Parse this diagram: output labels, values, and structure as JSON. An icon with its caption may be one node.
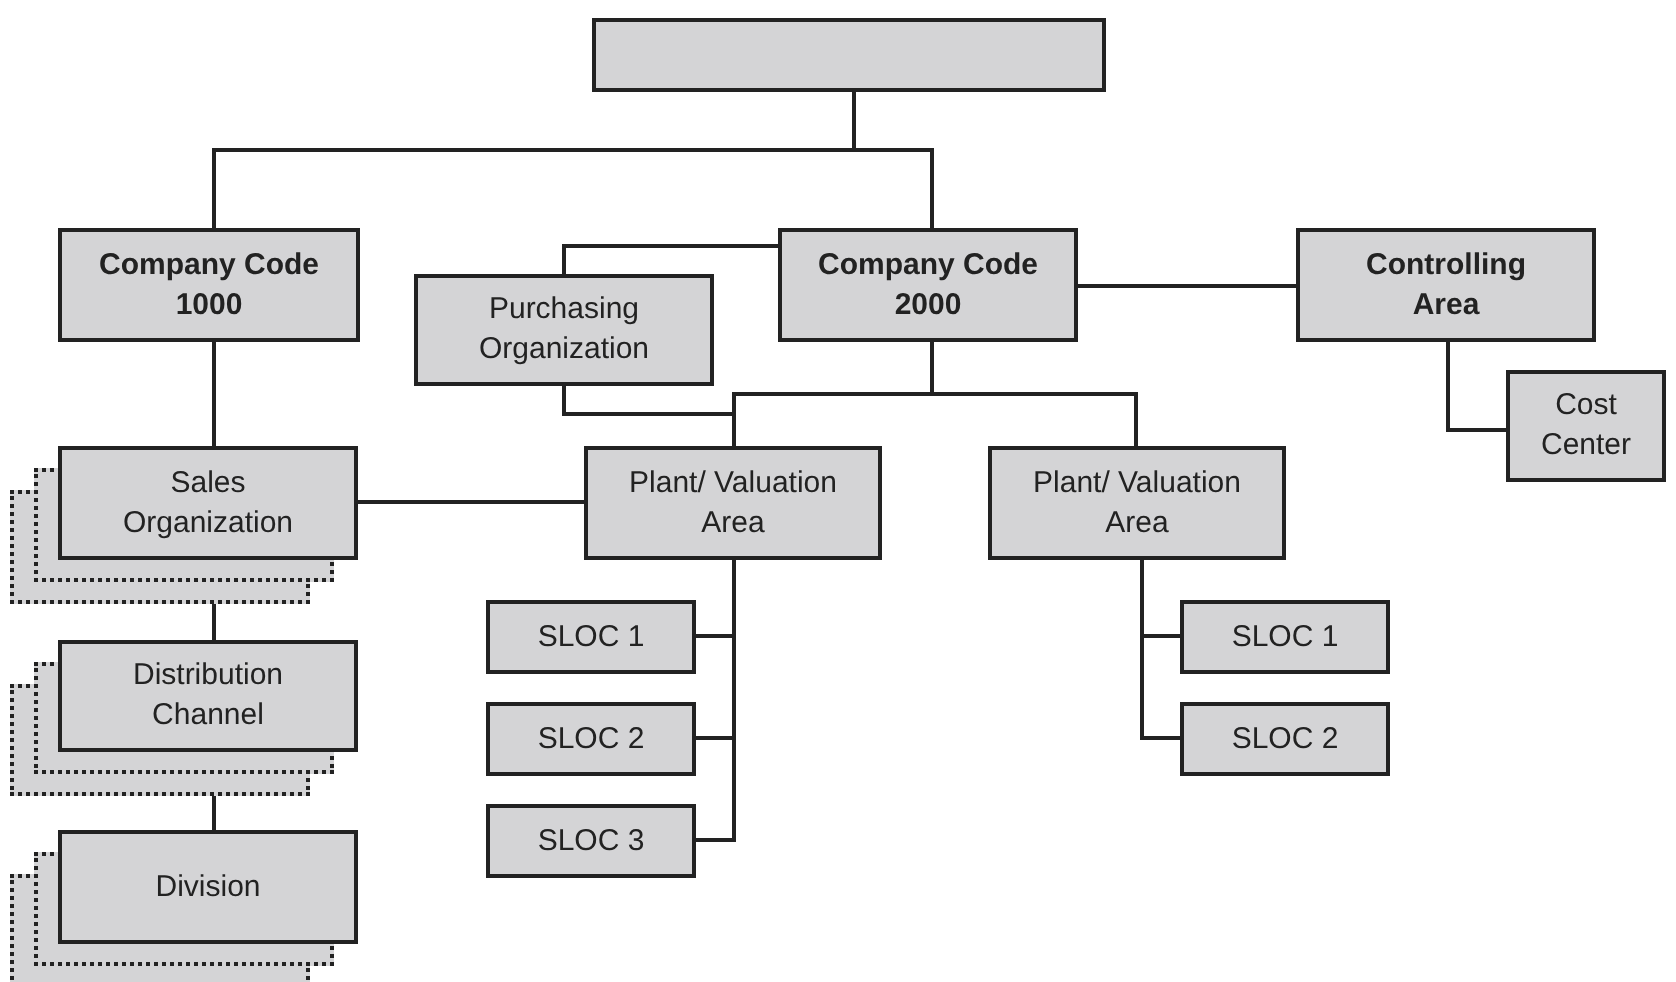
{
  "diagram": {
    "nodes": [
      {
        "text": [],
        "shape": "box"
      },
      {
        "text": [
          "Company Code 1000"
        ]
      },
      {
        "text": [
          "Purchasing Organization"
        ]
      },
      {
        "text": [
          "Company Code 2000"
        ]
      },
      {
        "text": [
          "Controlling Area"
        ]
      },
      {
        "text": [
          "Cost Center"
        ]
      },
      {
        "text": [
          "Sales Organization"
        ]
      },
      {
        "text": [
          "Plant/ Valuation Area"
        ]
      },
      {
        "text": [
          "Plant/ Valuation Area"
        ]
      },
      {
        "text": [
          "SLOC 1"
        ]
      },
      {
        "text": [
          "SLOC 2"
        ]
      },
      {
        "text": [
          "SLOC 3"
        ]
      },
      {
        "text": [
          "Distribution Channel"
        ]
      },
      {
        "text": [
          "Division"
        ]
      },
      {
        "text": [
          "SLOC 1"
        ]
      },
      {
        "text": [
          "SLOC 2"
        ]
      }
    ],
    "edges": [
      {
        "from": 0,
        "to": 1,
        "arrow": "none"
      },
      {
        "from": 0,
        "to": 3,
        "arrow": "none"
      },
      {
        "from": 3,
        "to": 2,
        "arrow": "none"
      },
      {
        "from": 3,
        "to": 4,
        "arrow": "none"
      },
      {
        "from": 4,
        "to": 5,
        "arrow": "none"
      },
      {
        "from": 1,
        "to": 6,
        "arrow": "none"
      },
      {
        "from": 3,
        "to": 7,
        "arrow": "none"
      },
      {
        "from": 2,
        "to": 7,
        "arrow": "none"
      },
      {
        "from": 3,
        "to": 8,
        "arrow": "none"
      },
      {
        "from": 6,
        "to": 7,
        "arrow": "none"
      },
      {
        "from": 7,
        "to": 9,
        "arrow": "none"
      },
      {
        "from": 7,
        "to": 10,
        "arrow": "none"
      },
      {
        "from": 7,
        "to": 11,
        "arrow": "none"
      },
      {
        "from": 8,
        "to": 14,
        "arrow": "none"
      },
      {
        "from": 8,
        "to": 15,
        "arrow": "none"
      },
      {
        "from": 6,
        "to": 12,
        "arrow": "none"
      },
      {
        "from": 12,
        "to": 13,
        "arrow": "none"
      }
    ]
  }
}
